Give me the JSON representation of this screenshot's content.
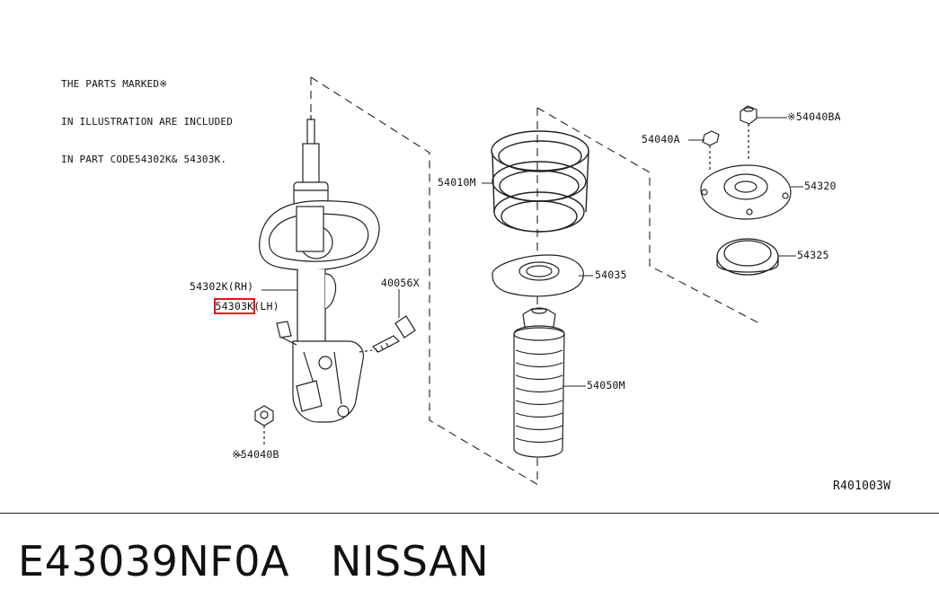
{
  "note": {
    "line1": "THE PARTS MARKED※",
    "line2": "IN ILLUSTRATION ARE INCLUDED",
    "line3": "IN PART CODE54302K& 54303K."
  },
  "callouts": {
    "strut_rh": "54302K(RH)",
    "strut_lh_code": "54303K",
    "strut_lh_side": "(LH)",
    "bolt": "40056X",
    "nut_bottom": "※54040B",
    "spring": "54010M",
    "spring_seat": "54035",
    "bump_boot": "54050M",
    "nut_small": "54040A",
    "nut_top": "※54040BA",
    "mount": "54320",
    "bearing": "54325"
  },
  "diagram_ref": "R401003W",
  "footer": {
    "part_number": "E43039NF0A",
    "brand": "NISSAN"
  },
  "colors": {
    "line": "#222222",
    "highlight": "#e0141b"
  }
}
